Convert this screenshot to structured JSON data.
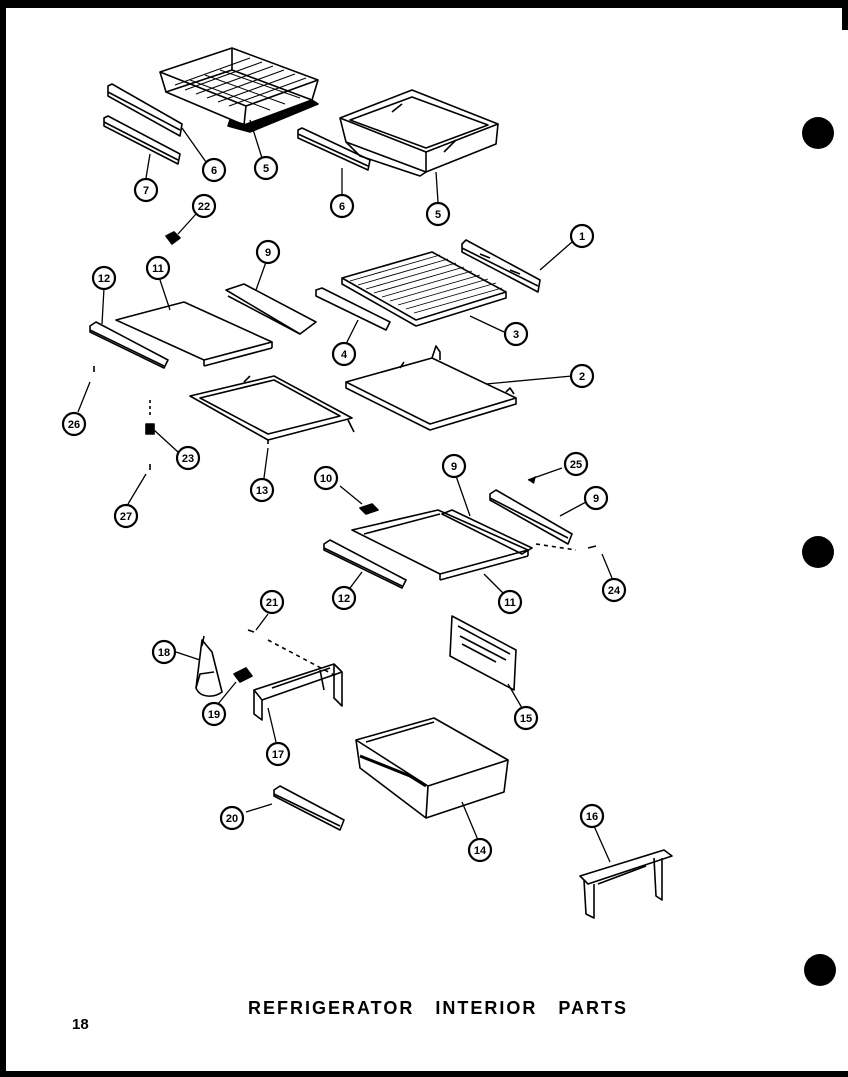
{
  "page": {
    "title": "REFRIGERATOR   INTERIOR   PARTS",
    "page_number": "18"
  },
  "callouts": [
    {
      "id": "c-6a",
      "label": "6"
    },
    {
      "id": "c-5a",
      "label": "5"
    },
    {
      "id": "c-7",
      "label": "7"
    },
    {
      "id": "c-6b",
      "label": "6"
    },
    {
      "id": "c-5b",
      "label": "5"
    },
    {
      "id": "c-22",
      "label": "22"
    },
    {
      "id": "c-1",
      "label": "1"
    },
    {
      "id": "c-12a",
      "label": "12"
    },
    {
      "id": "c-11a",
      "label": "11"
    },
    {
      "id": "c-9a",
      "label": "9"
    },
    {
      "id": "c-3",
      "label": "3"
    },
    {
      "id": "c-4",
      "label": "4"
    },
    {
      "id": "c-2",
      "label": "2"
    },
    {
      "id": "c-26",
      "label": "26"
    },
    {
      "id": "c-23",
      "label": "23"
    },
    {
      "id": "c-13",
      "label": "13"
    },
    {
      "id": "c-27",
      "label": "27"
    },
    {
      "id": "c-10",
      "label": "10"
    },
    {
      "id": "c-9b",
      "label": "9"
    },
    {
      "id": "c-25",
      "label": "25"
    },
    {
      "id": "c-9c",
      "label": "9"
    },
    {
      "id": "c-12b",
      "label": "12"
    },
    {
      "id": "c-11b",
      "label": "11"
    },
    {
      "id": "c-24",
      "label": "24"
    },
    {
      "id": "c-21",
      "label": "21"
    },
    {
      "id": "c-18",
      "label": "18"
    },
    {
      "id": "c-19",
      "label": "19"
    },
    {
      "id": "c-17",
      "label": "17"
    },
    {
      "id": "c-15",
      "label": "15"
    },
    {
      "id": "c-20",
      "label": "20"
    },
    {
      "id": "c-14",
      "label": "14"
    },
    {
      "id": "c-16",
      "label": "16"
    }
  ]
}
